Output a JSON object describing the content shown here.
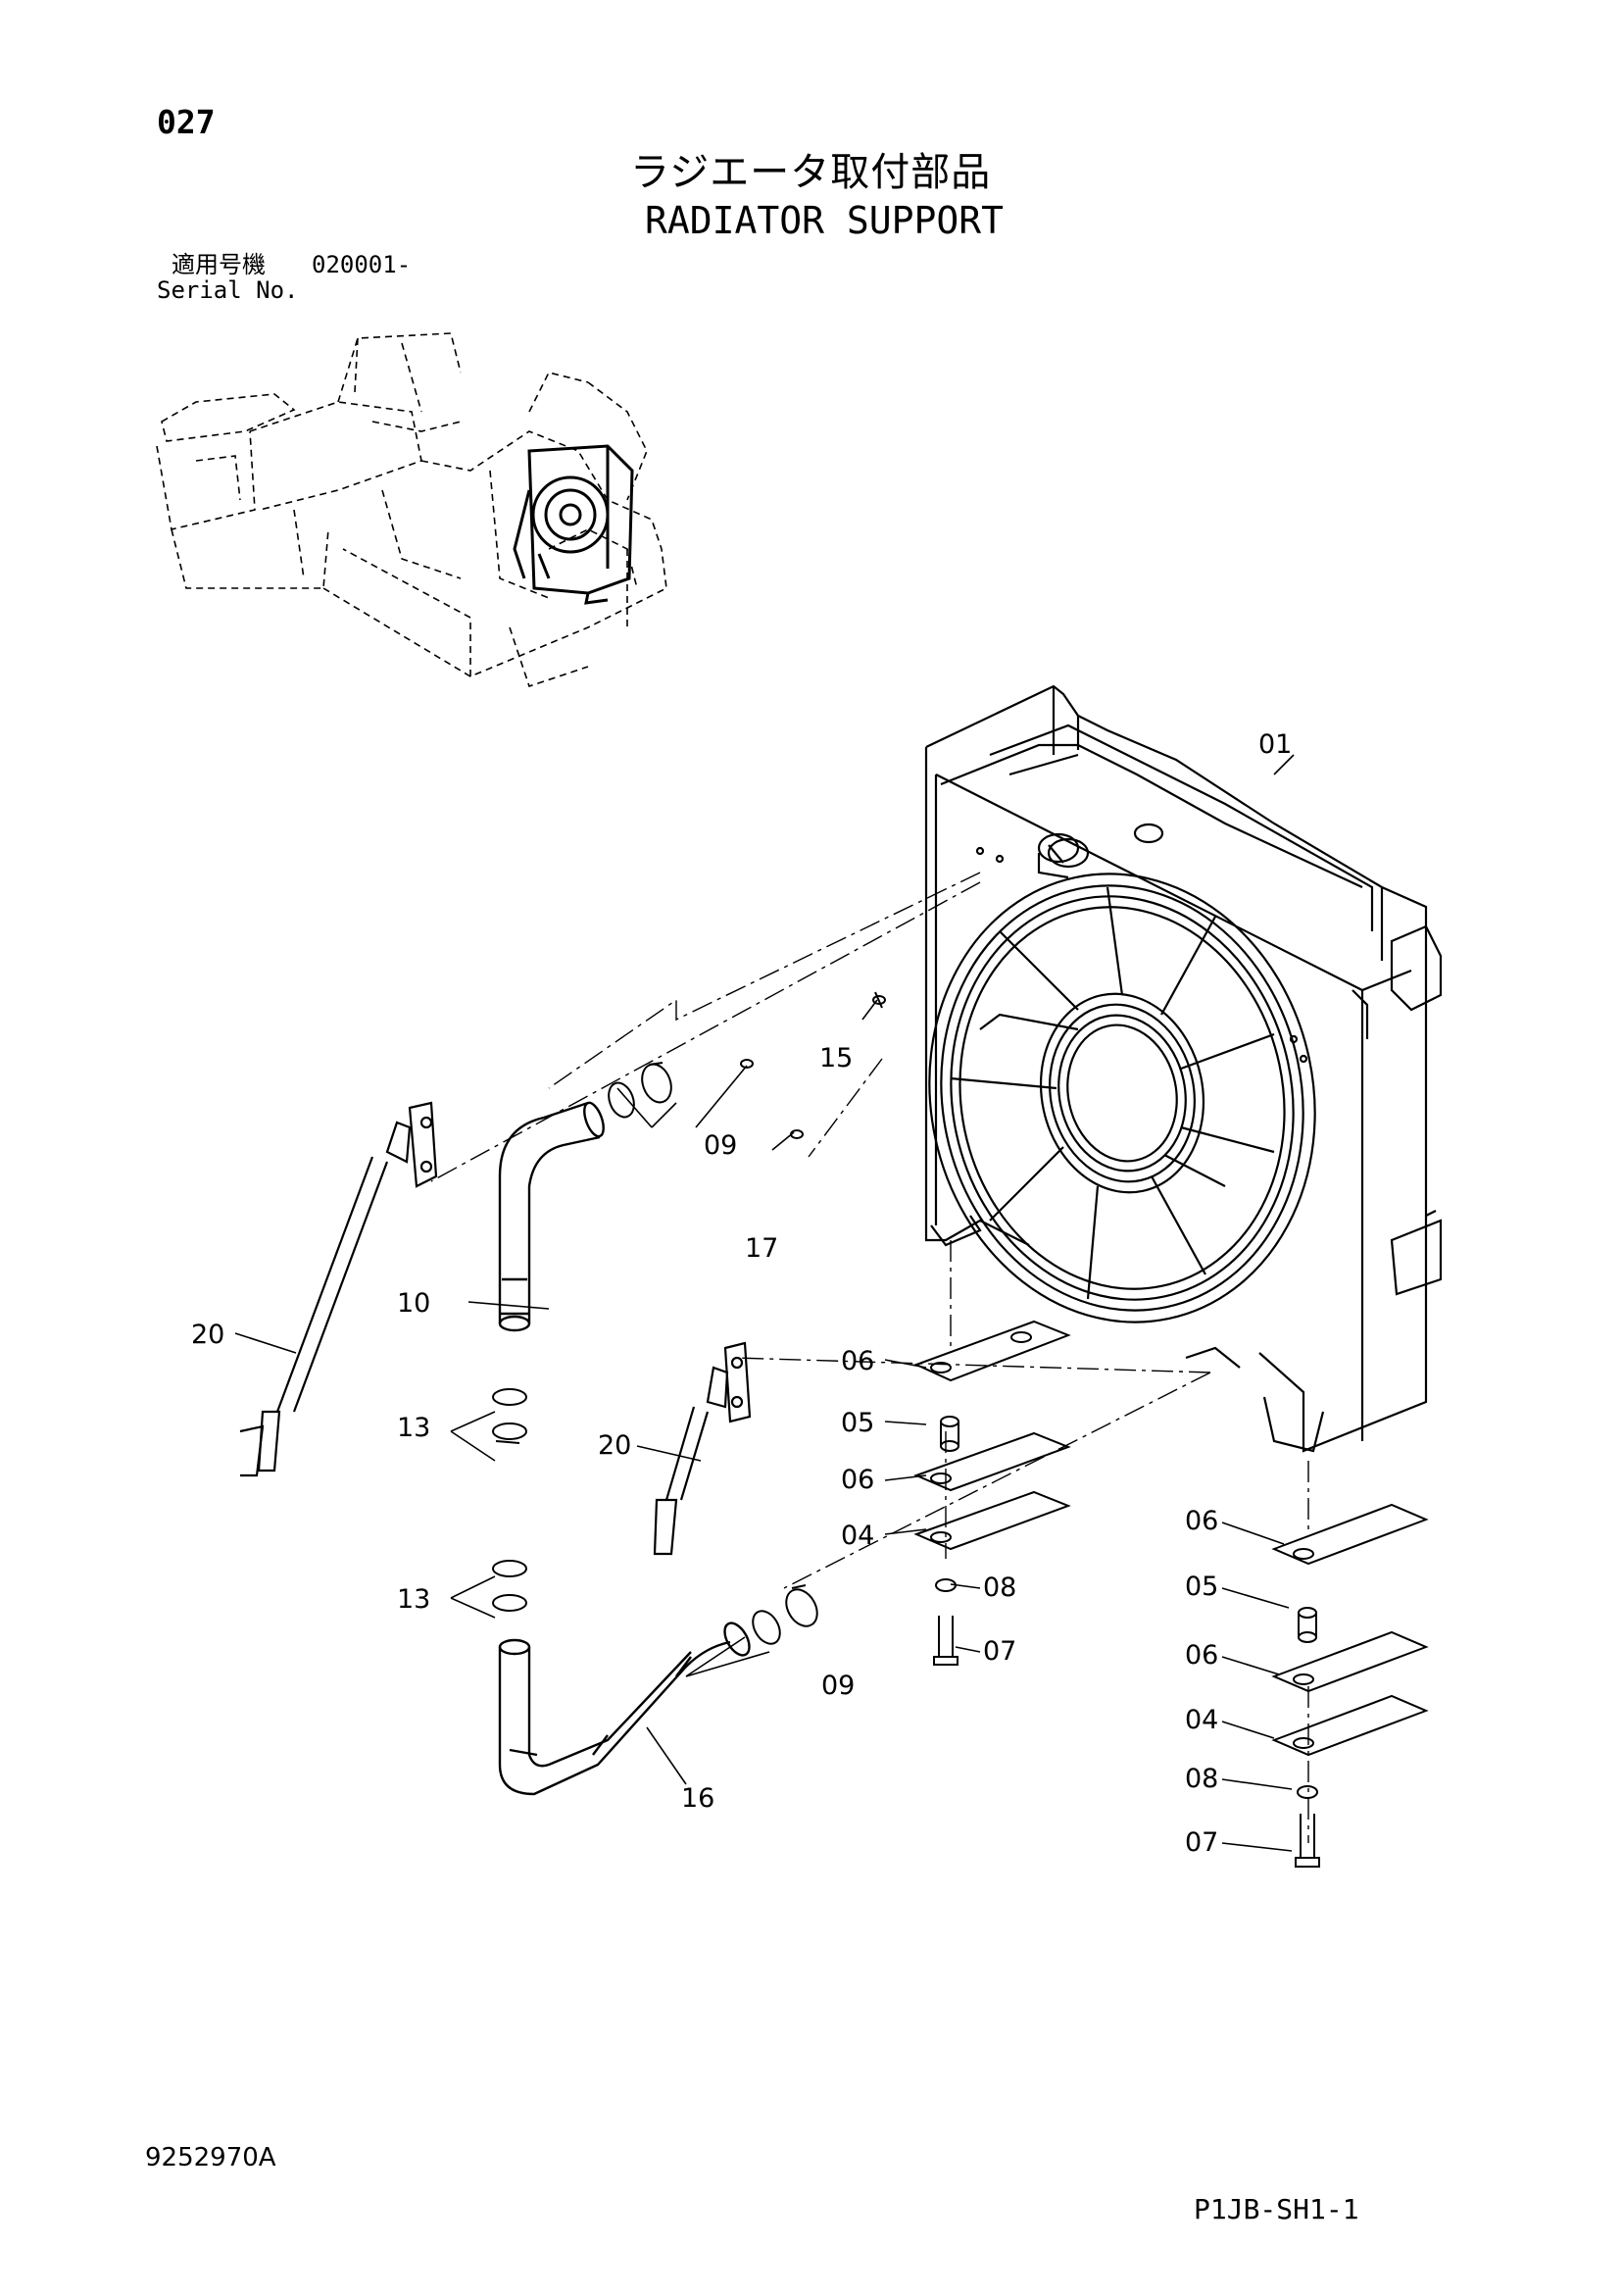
{
  "header": {
    "page_number": "027",
    "title_ja": "ラジエータ取付部品",
    "title_en": "RADIATOR SUPPORT",
    "serial_label_ja": "適用号機",
    "serial_range": "020001-",
    "serial_label_en": "Serial No."
  },
  "callouts": {
    "c01": "01",
    "c04a": "04",
    "c04b": "04",
    "c05a": "05",
    "c05b": "05",
    "c06a": "06",
    "c06b": "06",
    "c06c": "06",
    "c06d": "06",
    "c07a": "07",
    "c07b": "07",
    "c08a": "08",
    "c08b": "08",
    "c09a": "09",
    "c09b": "09",
    "c10": "10",
    "c13a": "13",
    "c13b": "13",
    "c15": "15",
    "c16": "16",
    "c17": "17",
    "c20a": "20",
    "c20b": "20"
  },
  "footer": {
    "doc_number": "9252970A",
    "sheet_code": "P1JB-SH1-1"
  }
}
